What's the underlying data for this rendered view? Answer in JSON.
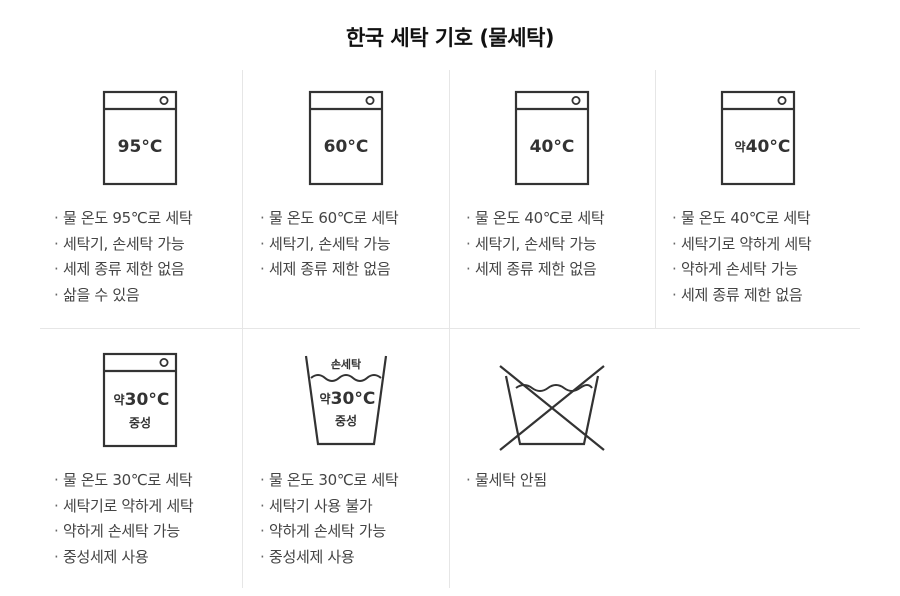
{
  "title": "한국 세탁 기호 (물세탁)",
  "symbols": [
    {
      "temp": "95°C",
      "lines": [
        "물 온도 95℃로 세탁",
        "세탁기, 손세탁 가능",
        "세제 종류 제한 없음",
        "삶을 수 있음"
      ]
    },
    {
      "temp": "60°C",
      "lines": [
        "물 온도 60℃로 세탁",
        "세탁기, 손세탁 가능",
        "세제 종류 제한 없음"
      ]
    },
    {
      "temp": "40°C",
      "lines": [
        "물 온도 40℃로 세탁",
        "세탁기, 손세탁 가능",
        "세제 종류 제한 없음"
      ]
    },
    {
      "prefix": "약",
      "temp": "40°C",
      "lines": [
        "물 온도 40℃로 세탁",
        "세탁기로 약하게 세탁",
        "약하게 손세탁 가능",
        "세제 종류 제한 없음"
      ]
    },
    {
      "prefix": "약",
      "temp": "30°C",
      "detergent": "중성",
      "lines": [
        "물 온도 30℃로 세탁",
        "세탁기로 약하게 세탁",
        "약하게 손세탁 가능",
        "중성세제 사용"
      ]
    },
    {
      "top_label": "손세탁",
      "prefix": "약",
      "temp": "30°C",
      "detergent": "중성",
      "lines": [
        "물 온도 30℃로 세탁",
        "세탁기 사용 불가",
        "약하게 손세탁 가능",
        "중성세제 사용"
      ]
    },
    {
      "lines": [
        "물세탁 안됨"
      ]
    }
  ],
  "colors": {
    "line": "#e6e6e6",
    "icon": "#333333",
    "text": "#444444"
  },
  "icons": [
    "washer-icon",
    "washer-icon",
    "washer-icon",
    "washer-icon",
    "washer-icon",
    "hand-wash-tub-icon",
    "no-wash-icon"
  ]
}
